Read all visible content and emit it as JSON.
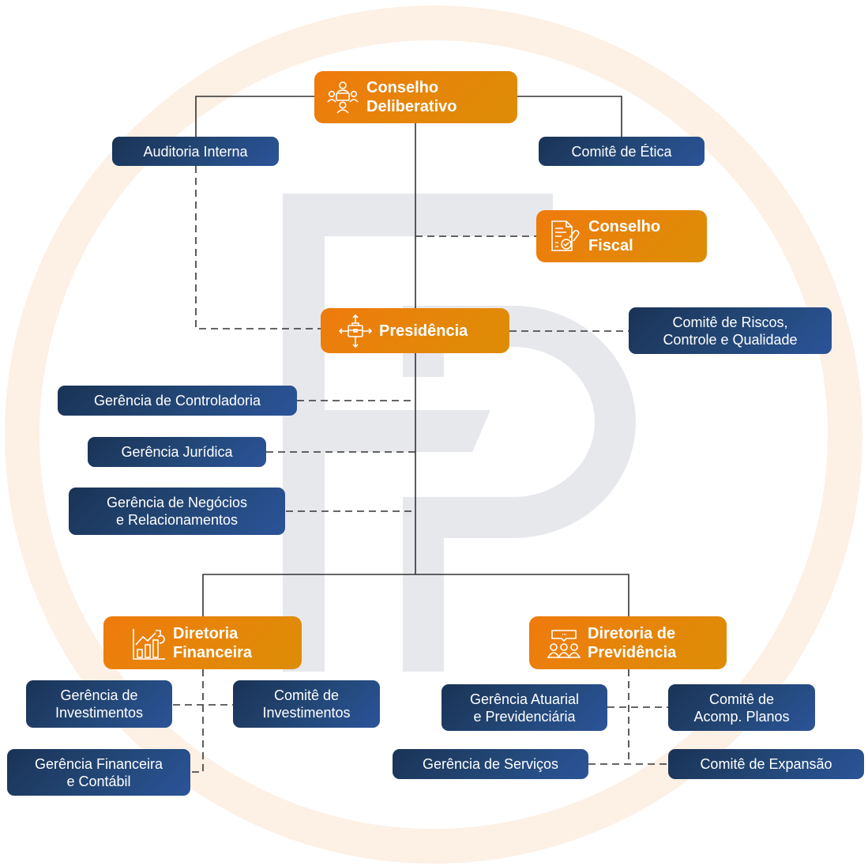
{
  "colors": {
    "orange": "#ee7d0b",
    "orange_dark": "#dd8d06",
    "navy": "#1a3355",
    "navy_light": "#2b5499",
    "ring": "#fdf0e4",
    "watermark": "#e7e8ec",
    "line": "#333333"
  },
  "watermark": {
    "logo_letters": "FP"
  },
  "nodes": {
    "conselho_deliberativo": {
      "label": "Conselho\nDeliberativo",
      "icon": "meeting-table-icon"
    },
    "auditoria_interna": {
      "label": "Auditoria Interna"
    },
    "comite_etica": {
      "label": "Comitê de Ética"
    },
    "conselho_fiscal": {
      "label": "Conselho\nFiscal",
      "icon": "document-stamp-icon"
    },
    "presidencia": {
      "label": "Presidência",
      "icon": "briefcase-arrows-icon"
    },
    "comite_riscos": {
      "label": "Comitê de Riscos,\nControle e Qualidade"
    },
    "gerencia_controladoria": {
      "label": "Gerência de Controladoria"
    },
    "gerencia_juridica": {
      "label": "Gerência Jurídica"
    },
    "gerencia_negocios": {
      "label": "Gerência de Negócios\ne Relacionamentos"
    },
    "diretoria_financeira": {
      "label": "Diretoria\nFinanceira",
      "icon": "growth-chart-icon"
    },
    "diretoria_previdencia": {
      "label": "Diretoria de\nPrevidência",
      "icon": "group-chat-icon"
    },
    "gerencia_investimentos": {
      "label": "Gerência de\nInvestimentos"
    },
    "comite_investimentos": {
      "label": "Comitê de\nInvestimentos"
    },
    "gerencia_financeira": {
      "label": "Gerência Financeira\ne Contábil"
    },
    "gerencia_atuarial": {
      "label": "Gerência Atuarial\ne Previdenciária"
    },
    "comite_acomp_planos": {
      "label": "Comitê de\nAcomp. Planos"
    },
    "gerencia_servicos": {
      "label": "Gerência de Serviços"
    },
    "comite_expansao": {
      "label": "Comitê de Expansão"
    }
  }
}
